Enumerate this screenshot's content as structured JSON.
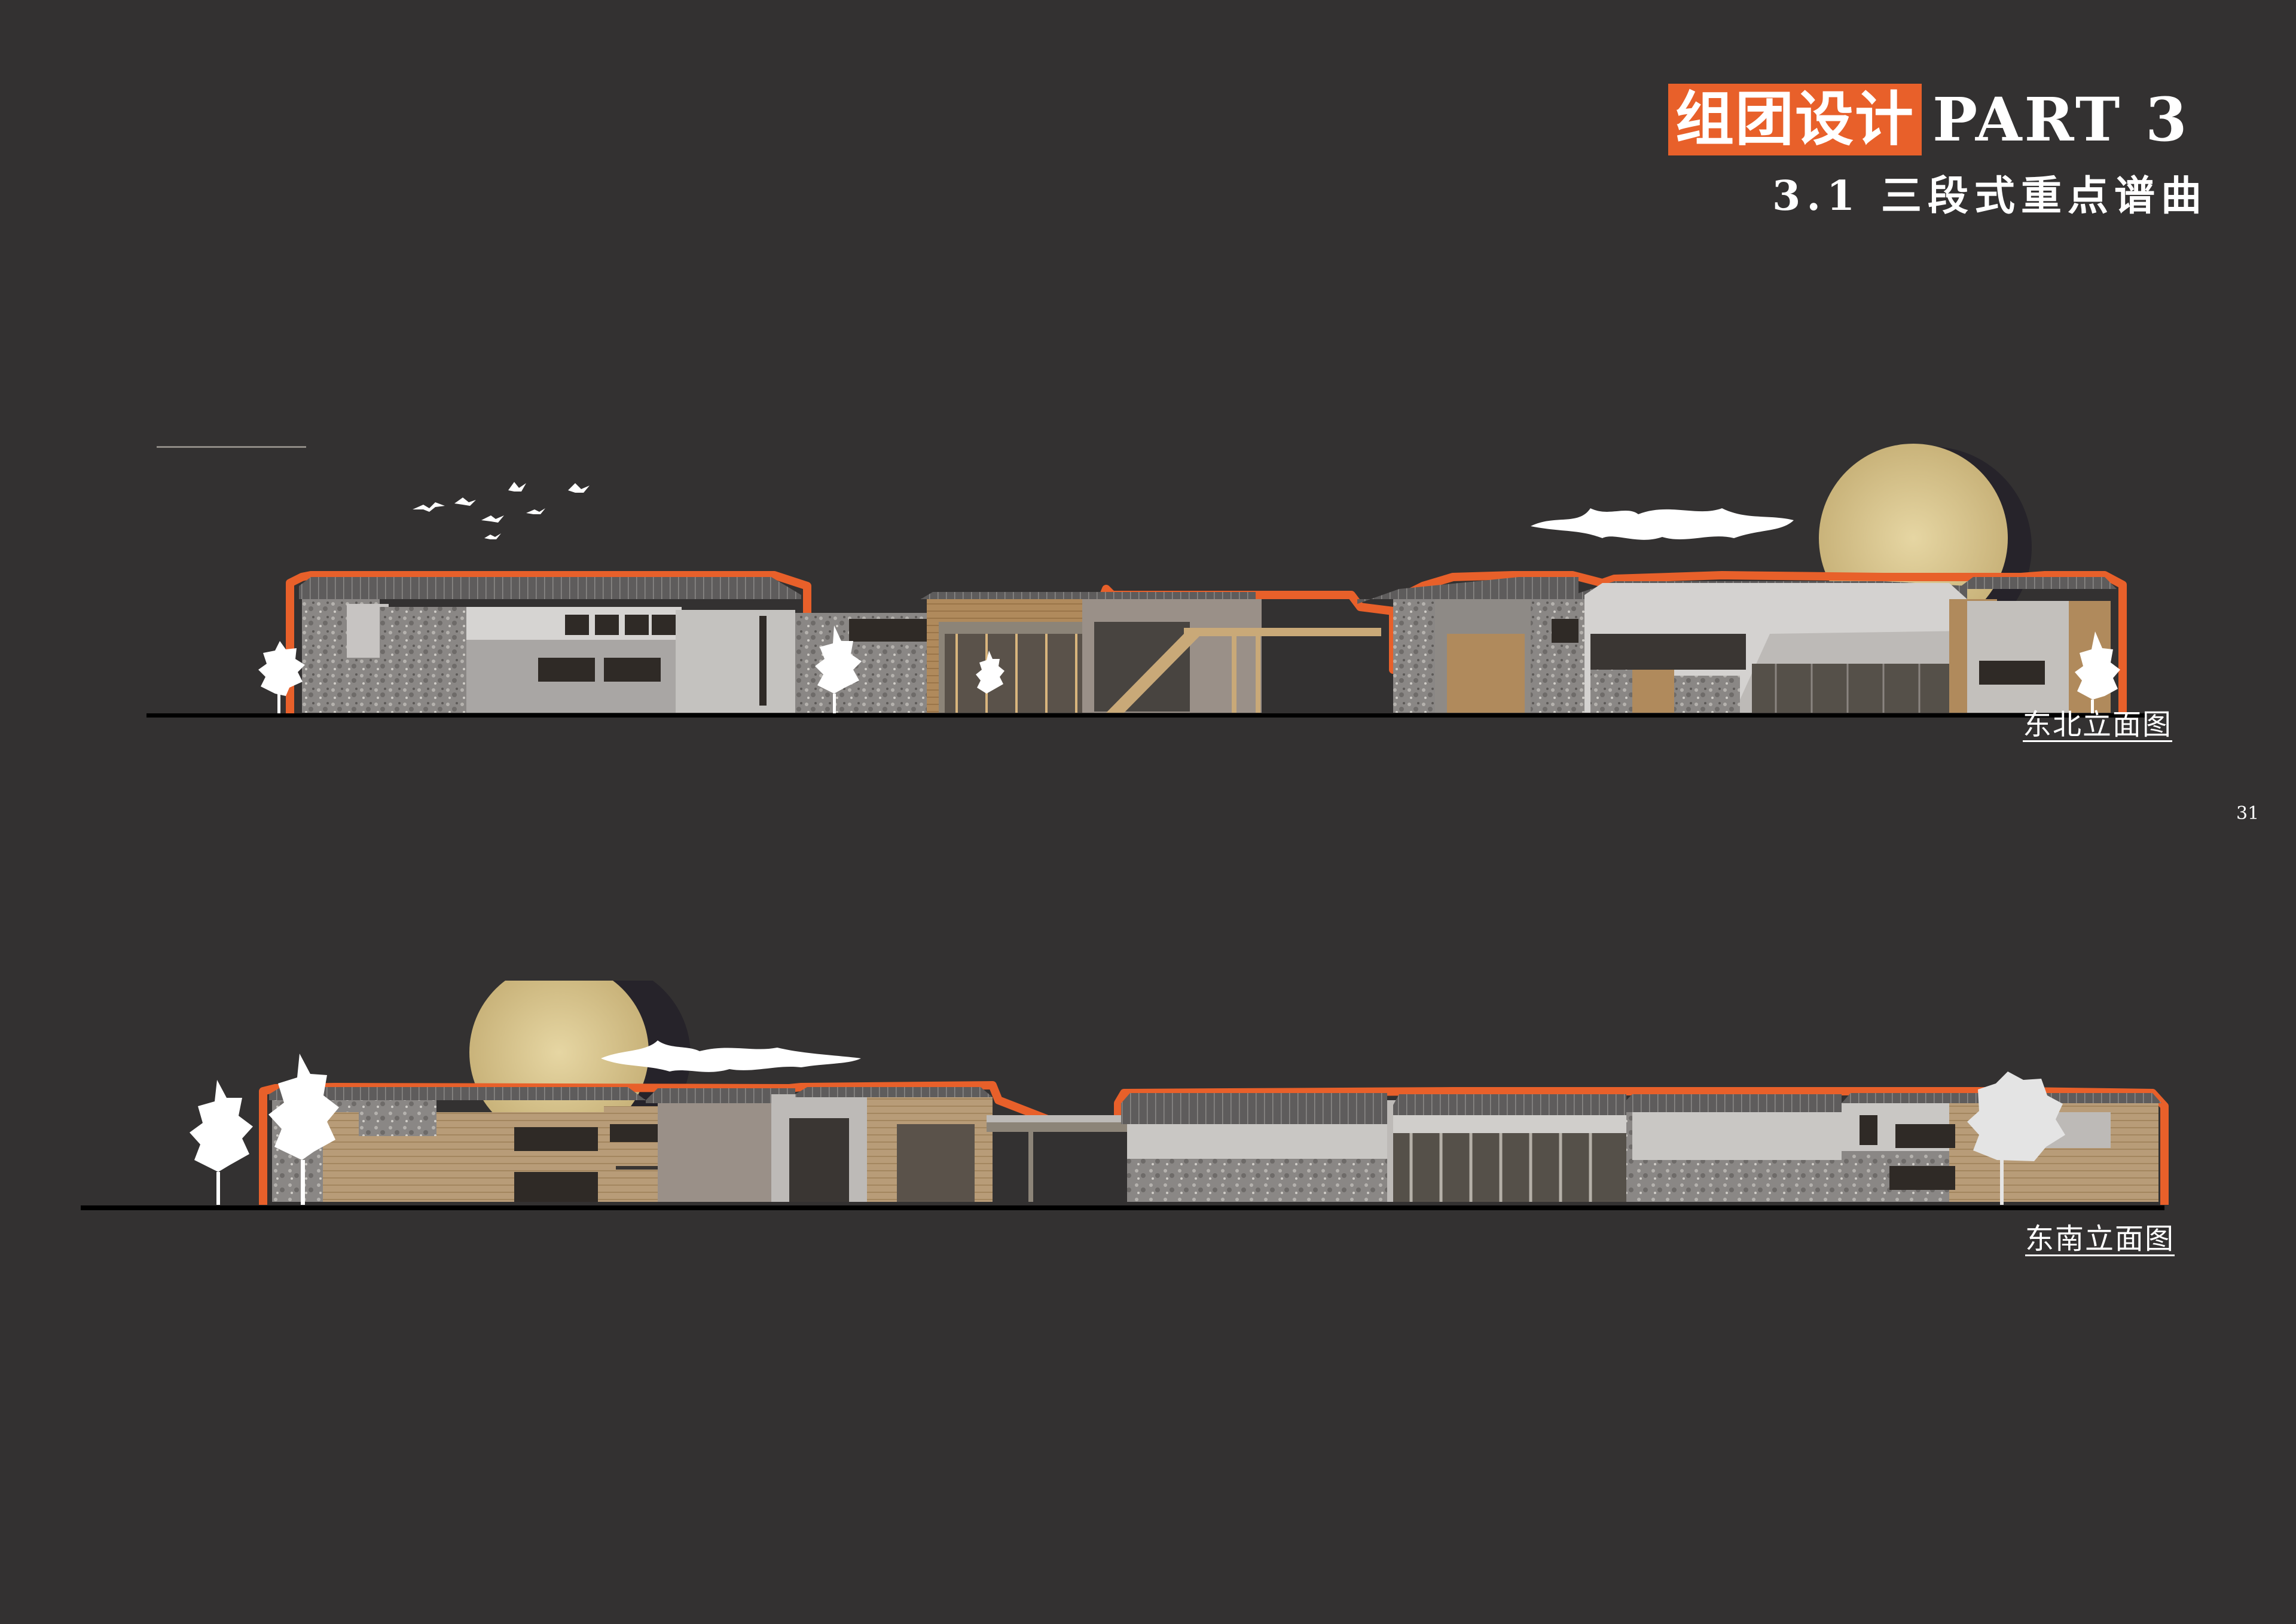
{
  "header": {
    "title_cn": "组团设计",
    "title_en": "PART 3",
    "subtitle": "3.1 三段式重点谱曲"
  },
  "page_number": "31",
  "drawings": [
    {
      "caption": "东北立面图"
    },
    {
      "caption": "东南立面图"
    }
  ],
  "colors": {
    "background": "#333131",
    "accent": "#e8602a",
    "moon": "#d9c690",
    "text": "#ffffff"
  }
}
